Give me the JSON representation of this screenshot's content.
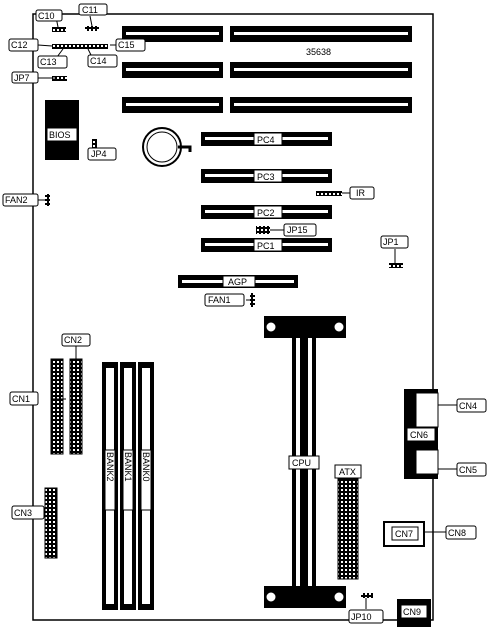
{
  "board_number": "35638",
  "labels": {
    "c10": "C10",
    "c11": "C11",
    "c12": "C12",
    "c13": "C13",
    "c14": "C14",
    "c15": "C15",
    "jp7": "JP7",
    "bios": "BIOS",
    "jp4": "JP4",
    "fan2": "FAN2",
    "pc4": "PC4",
    "pc3": "PC3",
    "pc2": "PC2",
    "pc1": "PC1",
    "ir": "IR",
    "jp15": "JP15",
    "jp1": "JP1",
    "agp": "AGP",
    "fan1": "FAN1",
    "cn1": "CN1",
    "cn2": "CN2",
    "cn3": "CN3",
    "cn4": "CN4",
    "cn5": "CN5",
    "cn6": "CN6",
    "cn7": "CN7",
    "cn8": "CN8",
    "cn9": "CN9",
    "cpu": "CPU",
    "atx": "ATX",
    "jp10": "JP10",
    "bank0": "BANK0",
    "bank1": "BANK1",
    "bank2": "BANK2"
  },
  "colors": {
    "ink": "#000000",
    "paper": "#ffffff"
  }
}
